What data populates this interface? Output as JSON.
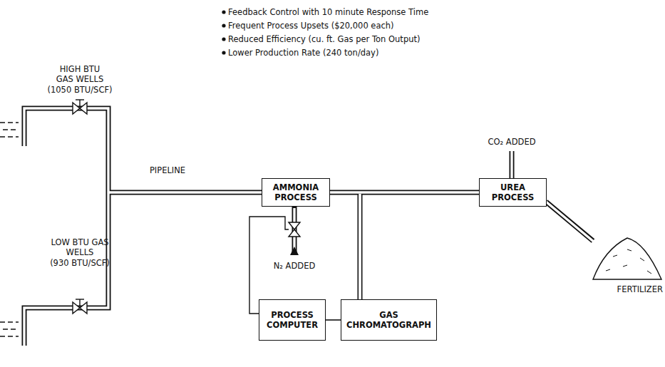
{
  "diagram": {
    "nodes": [
      {
        "text": [
          "AMMONIA PROCESS"
        ]
      },
      {
        "text": [
          "UREA PROCESS"
        ]
      },
      {
        "text": [
          "PROCESS COMPUTER"
        ]
      },
      {
        "text": [
          "GAS CHROMATOGRAPH"
        ]
      }
    ],
    "edges": [
      {
        "from": 0,
        "to": 1,
        "arrow": "none"
      },
      {
        "from": 2,
        "to": 3,
        "arrow": "none"
      }
    ],
    "labels": [
      "Feedback Control with 10 minute Response Time",
      "Frequent Process Upsets ($20,000 each)",
      "Reduced Efficiency (cu. ft. Gas per Ton Output)",
      "Lower Production Rate (240 ton/day)",
      "HIGH BTU GAS WELLS",
      "(1050 BTU/SCF)",
      "PIPELINE",
      "LOW BTU GAS WELLS",
      "(930 BTU/SCF)",
      "N₂ ADDED",
      "CO₂ ADDED",
      "FERTILIZER"
    ]
  }
}
